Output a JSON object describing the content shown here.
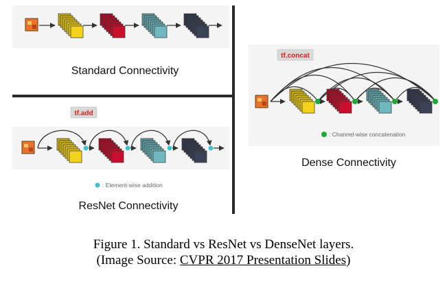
{
  "panels": {
    "standard": {
      "label": "Standard Connectivity"
    },
    "resnet": {
      "label": "ResNet Connectivity",
      "tag": "tf.add",
      "legend": ": Element-wise addition"
    },
    "dense": {
      "label": "Dense Connectivity",
      "tag": "tf.concat",
      "legend": ": Channel-wise concatenation"
    }
  },
  "caption": {
    "line1": "Figure 1. Standard vs ResNet vs DenseNet layers.",
    "line2_prefix": "(Image Source: ",
    "line2_link": "CVPR 2017 Presentation Slides",
    "line2_suffix": ")"
  },
  "colors": {
    "block_yellow": "#f2d21b",
    "block_red": "#c8102e",
    "block_teal": "#6fb8bf",
    "block_navy": "#3c4256",
    "add_node": "#3cc3cf",
    "concat_node": "#1fa83a",
    "tag_bg": "#d9d9d9",
    "tag_text": "#e0201c"
  }
}
